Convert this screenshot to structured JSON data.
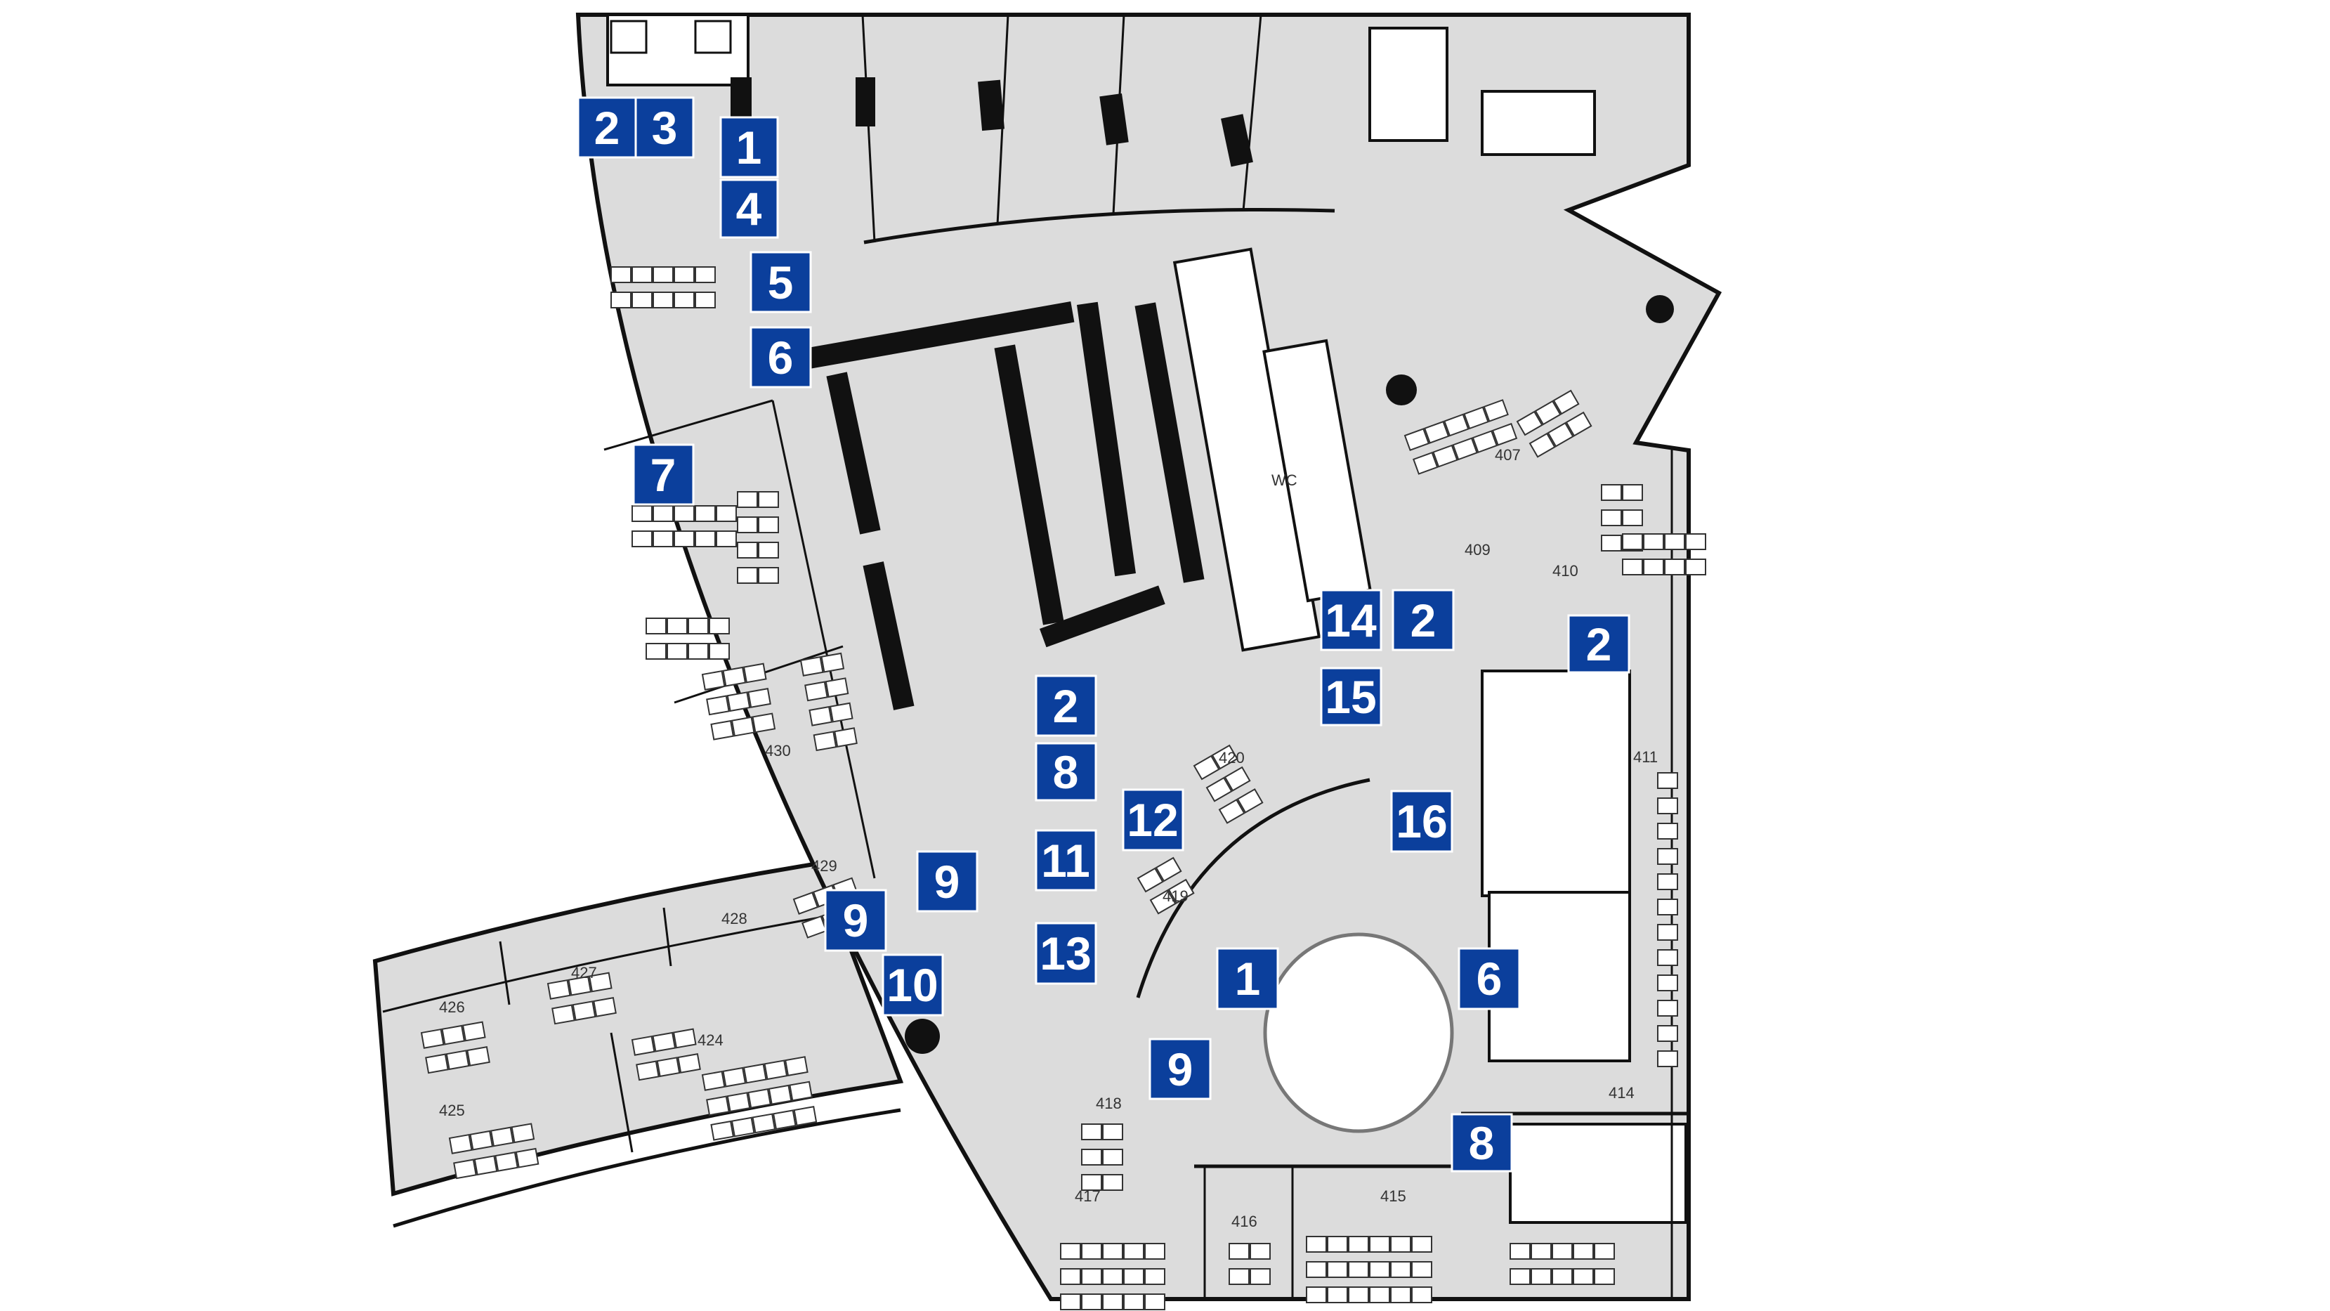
{
  "plan": {
    "colors": {
      "marker": "#0b3f9c",
      "floor": "#dcdcdc",
      "wall": "#111111"
    },
    "markers": [
      "2",
      "3",
      "1",
      "4",
      "5",
      "6",
      "7",
      "14",
      "2",
      "2",
      "15",
      "2",
      "8",
      "12",
      "16",
      "11",
      "9",
      "9",
      "10",
      "13",
      "1",
      "6",
      "9",
      "8"
    ],
    "rooms": [
      "407",
      "409",
      "410",
      "411",
      "414",
      "415",
      "416",
      "417",
      "418",
      "419",
      "420",
      "424",
      "425",
      "426",
      "427",
      "428",
      "429",
      "430",
      "WC"
    ]
  }
}
